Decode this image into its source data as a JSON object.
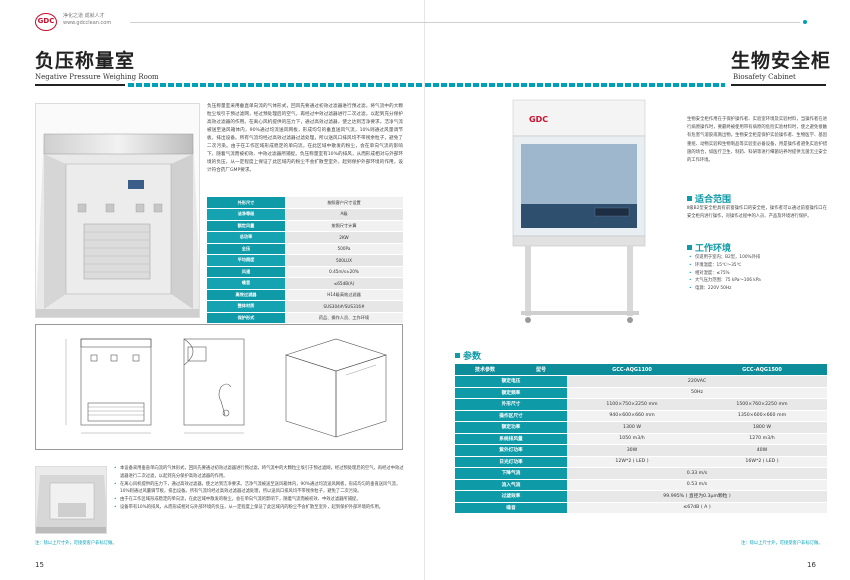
{
  "brand": {
    "logo": "GDC",
    "line1": "净化之道 成就人才",
    "line2": "www.gdcclean.com"
  },
  "left": {
    "title_zh": "负压称量室",
    "title_en": "Negative Pressure Weighing Room",
    "intro": "负压称量室采用垂直单向流的气体形式，回风先要通过初效过滤器进行预过滤，将气流中的大颗粒尘埃引于预过滤网，经过预处理后的空气，再经过中效过滤器进行二次过滤，以起到充分保护高效过滤器的作用。在离心风机提供的压力下，通过高效过滤器，使之达到洁净要求。洁净气流被送至送风箱体内，90%通过均流送风网板，形成均匀的垂直送风气流，10%则通过风量调节板，排出设备。所有气流均经过高效过滤器过滤处理，所以送风口排风均不带残余粒子，避免了二次污染。由于在工作区域形成稳定的单向流，在此区域中散发的粉尘，会在单向气流的影响下，随着气流而被初效、中效过滤器所捕捉。负压称量室有10%的排风，从而形成相对与外部环境的负压，从一定程度上保证了此区域内的粉尘不会扩散至室外，起到保护外部环境的作用，设计符合药厂GMP要求。",
    "spec_table": [
      {
        "k": "外形尺寸",
        "v": "按照客户尺寸设置"
      },
      {
        "k": "洁净等级",
        "v": "A级"
      },
      {
        "k": "额定风量",
        "v": "按照尺寸计算"
      },
      {
        "k": "总功率",
        "v": "2KW"
      },
      {
        "k": "全压",
        "v": "500Pa"
      },
      {
        "k": "平均照度",
        "v": "500LUX"
      },
      {
        "k": "风速",
        "v": "0.45m/s±20%"
      },
      {
        "k": "噪音",
        "v": "≤65dB(A)"
      },
      {
        "k": "高效过滤器",
        "v": "H14级高效过滤器"
      },
      {
        "k": "整体材质",
        "v": "SUS304#/SUS316#"
      },
      {
        "k": "保护形式",
        "v": "药品、操作人员、工作环境"
      }
    ],
    "bullets": [
      "本设备采用垂直单向流的气体形式，回风先要通过初效过滤器进行预过滤，将气流中的大颗粒尘埃引于预过滤网，经过预处理后的空气，再经过中效过滤器进行二次过滤，以起到充分保护高效过滤器的作用。",
      "在离心风机提供的压力下，通过高效过滤器，使之达到洁净要求。洁净气流被送至送风箱体内，90%通过均流送风网板，形成均匀的垂直送风气流，10%则通过风量调节板，排出设备。所有气流均经过高效过滤器过滤处理，所以送风口排风均不带残余粒子，避免了二次污染。",
      "由于在工作区域形成稳定的单向流，在此区域中散发的粉尘，会在单向气流的影响下，随着气流而被初效、中效过滤器所捕捉。",
      "设备带有10%的排风，从而形成相对与外部环境的负压，从一定程度上保证了此区域内的粉尘不会扩散至室外，起到保护外部环境的作用。"
    ],
    "note": "注：除以上尺寸外，可接受客户非标订做。",
    "page_num": "15"
  },
  "right": {
    "title_zh": "生物安全柜",
    "title_en": "Biosafety Cabinet",
    "intro": "生物安全柜作用在于保护操作者、实验室环境及实验材料，当操作者在进行病原操作时，要最终被使用带有病原的危险实验材料时，使之避免接触有危害气溶胶或溅出物。生物安全柜是保护实验操作者、生物医学、基因重组、动物实验和生物制品等实验室必备设备，用是操作者避免实验护措施的场合，如医疗卫生、制药、科研等进行细菌培养时提供无菌无尘安全的工作环境。",
    "scope_title": "适合范围",
    "scope_text": "Ⅱ级B2型安全柜具有前窗操作口的安全柜，操作者可以通过前窗操作口在安全柜内进行操作，对操作过程中的人员、产品及环境进行保护。",
    "env_title": "工作环境",
    "env_items": [
      "仅适用于室内；B2型，100%外排",
      "环境温度：15℃～35℃",
      "相对湿度：≤75%",
      "大气压力范围：75 kPa～106 kPa",
      "电源：220V 50Hz"
    ],
    "params_title": "参数",
    "params": {
      "header": [
        "技术参数",
        "型号",
        "GCC-AQG1100",
        "GCC-AQG1500"
      ],
      "rows": [
        {
          "k": "额定电压",
          "span": "220VAC"
        },
        {
          "k": "额定频率",
          "span": "50Hz"
        },
        {
          "k": "外形尺寸",
          "a": "1100×750×2250 mm",
          "b": "1500×760×2250 mm"
        },
        {
          "k": "操作区尺寸",
          "a": "940×600×660 mm",
          "b": "1350×600×660 mm"
        },
        {
          "k": "额定功率",
          "a": "1300 W",
          "b": "1800 W"
        },
        {
          "k": "系统排风量",
          "a": "1050 m3/h",
          "b": "1270 m3/h"
        },
        {
          "k": "紫外灯功率",
          "a": "30W",
          "b": "40W"
        },
        {
          "k": "日光灯功率",
          "a": "12W*2 ( LED )",
          "b": "16W*2 ( LED )"
        },
        {
          "k": "下降气流",
          "span": "0.33 m/s"
        },
        {
          "k": "流入气流",
          "span": "0.53 m/s"
        },
        {
          "k": "过滤效率",
          "span": "99.995% ( 直径为0.3μm颗粒 )"
        },
        {
          "k": "噪音",
          "span": "≤67dB ( A )"
        }
      ]
    },
    "note": "注：除以上尺寸外，可接受客户非标订做。",
    "page_num": "16"
  },
  "colors": {
    "accent": "#0f9aa8",
    "logo": "#c8102e"
  }
}
